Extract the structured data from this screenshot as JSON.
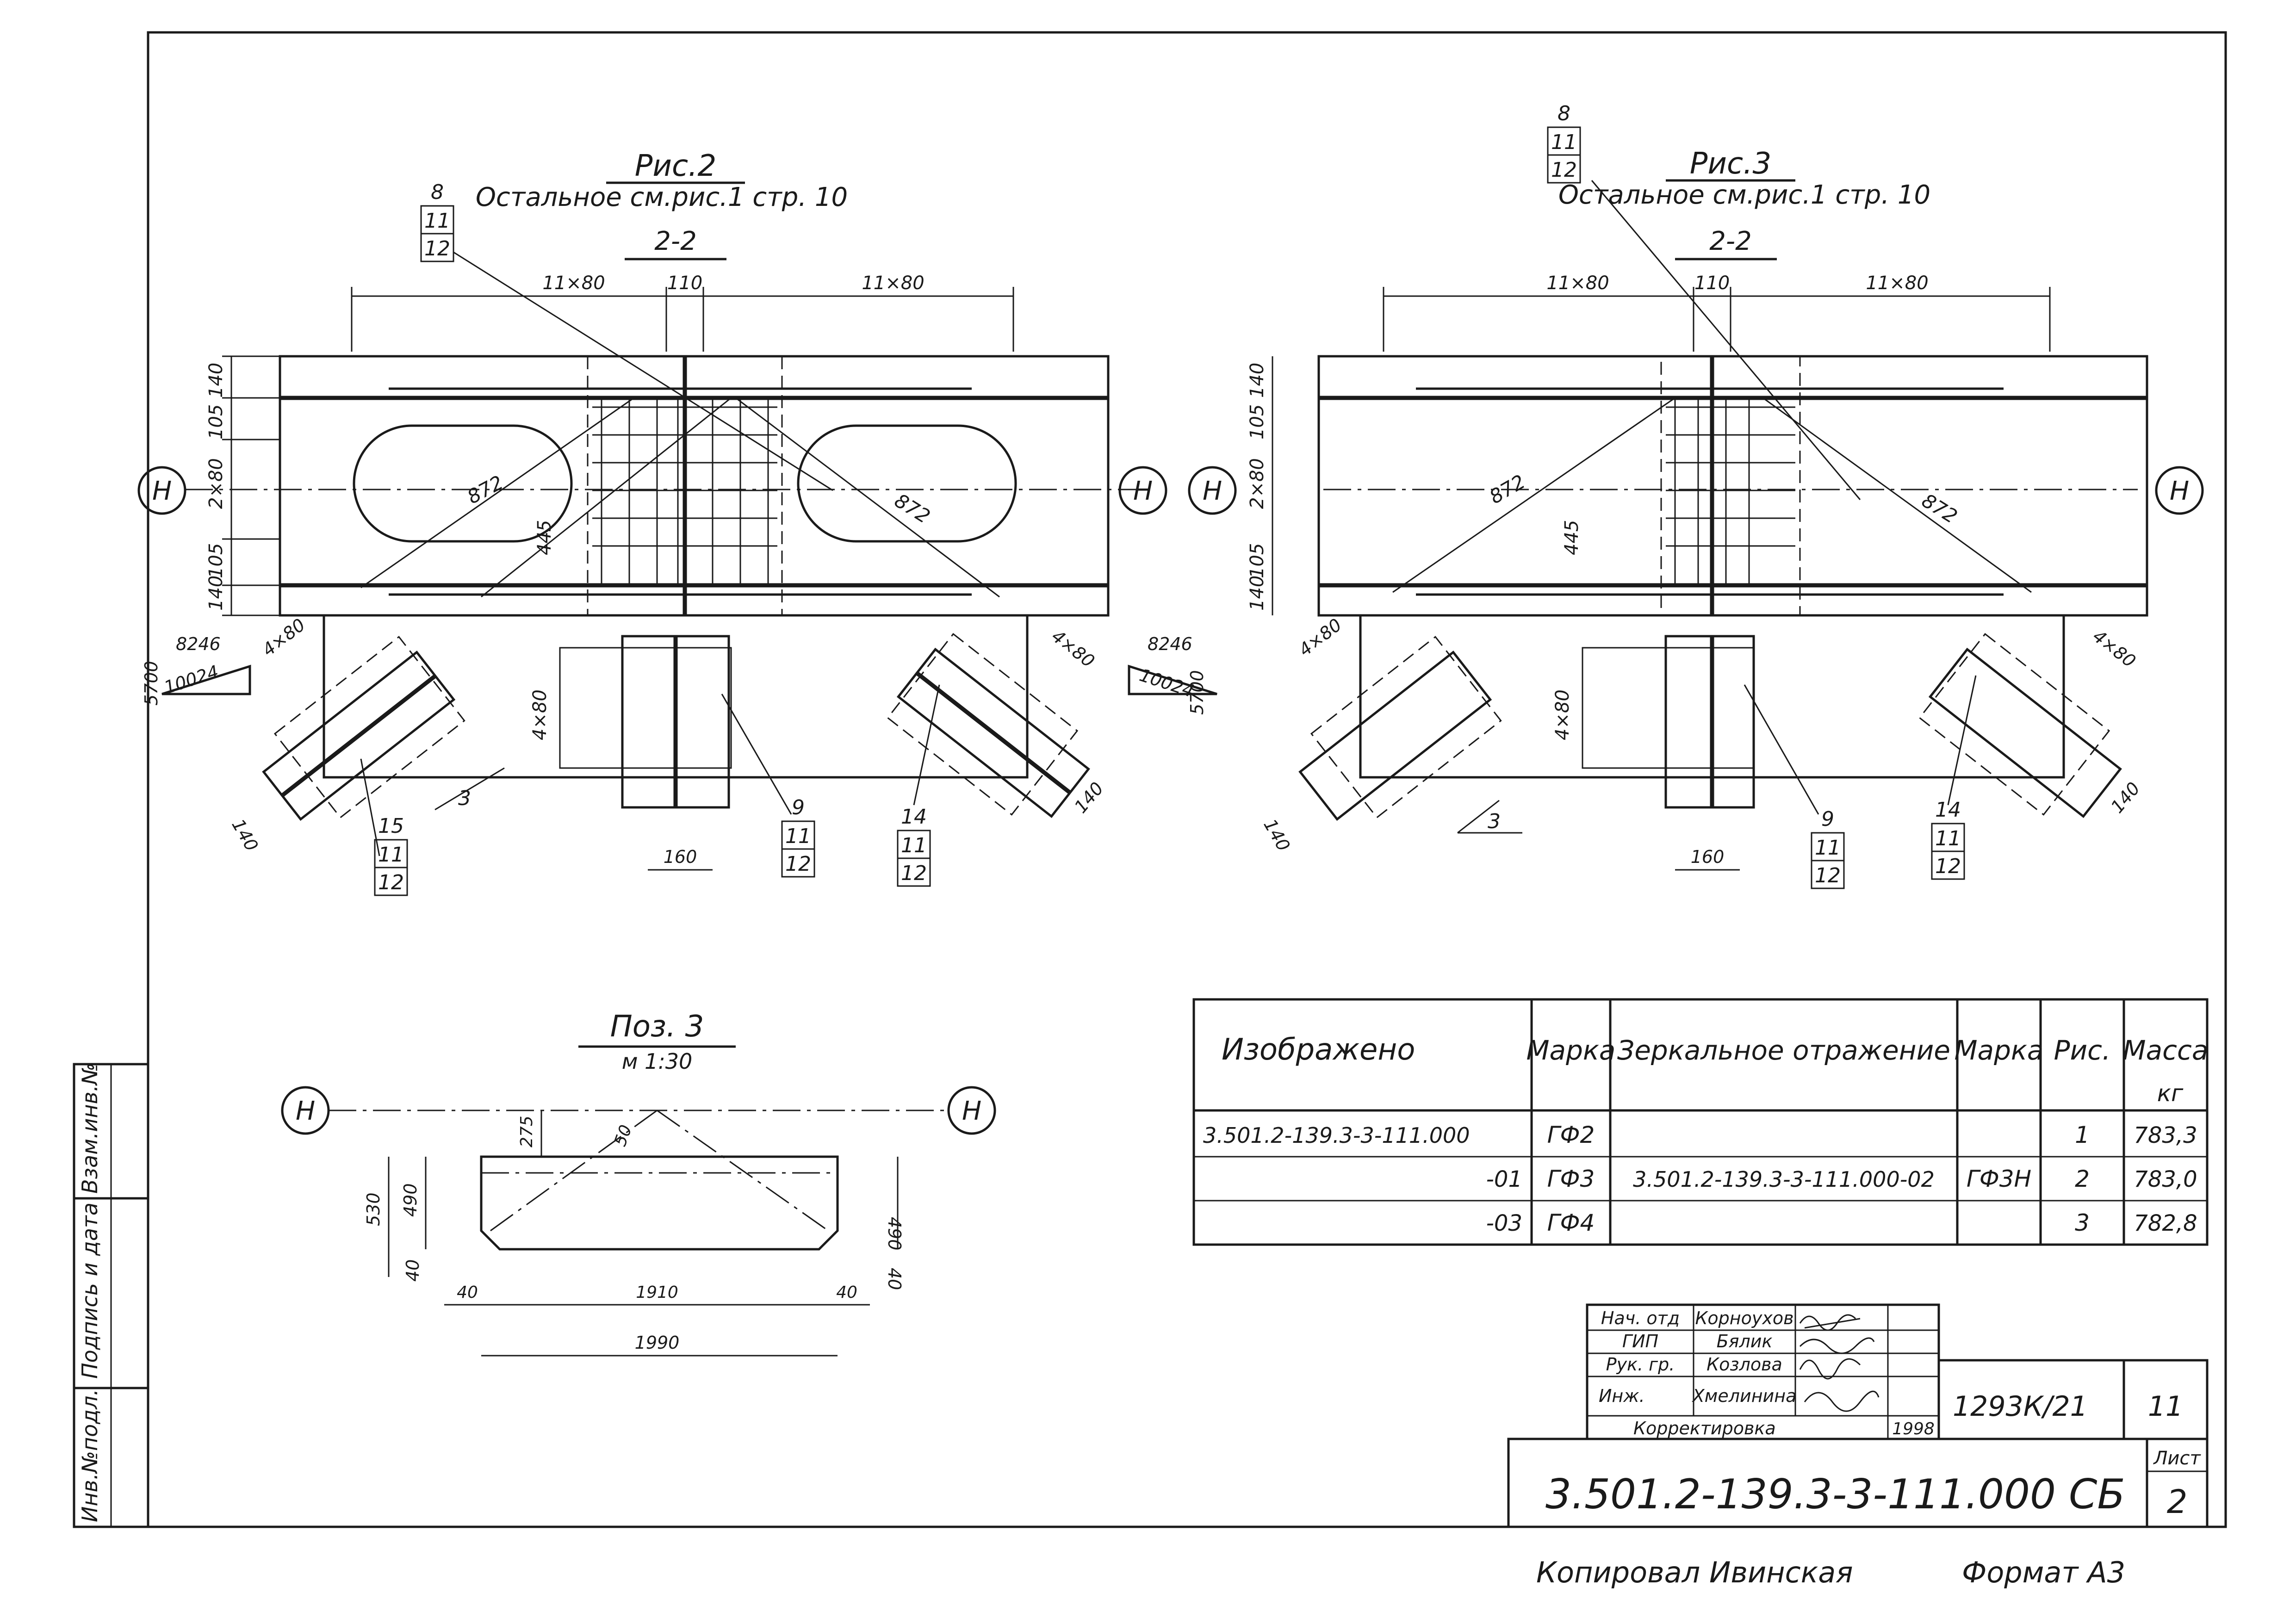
{
  "fig2": {
    "title": "Рис.2",
    "subtitle": "Остальное см.рис.1 стр. 10",
    "section": "2-2",
    "dims": {
      "top_left": "11×80",
      "top_mid": "110",
      "top_right": "11×80",
      "v1": "140",
      "v2": "105",
      "v3": "2×80",
      "v4": "105",
      "v5": "140",
      "diag1": "872",
      "diag2": "872",
      "v445": "445",
      "slope_top": "8246",
      "slope_side": "5700",
      "slope_bottom": "10024",
      "b1": "4×80",
      "b2": "4×80",
      "b3": "4×80",
      "b4": "140",
      "b5": "140",
      "b6": "160"
    },
    "callouts": {
      "c_top": [
        "8",
        "11",
        "12"
      ],
      "c15": [
        "15",
        "11",
        "12"
      ],
      "c3": "3",
      "c9": [
        "9",
        "11",
        "12"
      ],
      "c14": [
        "14",
        "11",
        "12"
      ]
    },
    "axis": "Н"
  },
  "fig3": {
    "title": "Рис.3",
    "subtitle": "Остальное см.рис.1 стр. 10",
    "section": "2-2",
    "dims": {
      "top_left": "11×80",
      "top_mid": "110",
      "top_right": "11×80",
      "v1": "140",
      "v2": "105",
      "v3": "2×80",
      "v4": "105",
      "v5": "140",
      "diag1": "872",
      "diag2": "872",
      "v445": "445",
      "b1": "4×80",
      "b2": "4×80",
      "b3": "4×80",
      "b4": "140",
      "b5": "140",
      "b6": "160"
    },
    "callouts": {
      "c_top": [
        "8",
        "11",
        "12"
      ],
      "c3": "3",
      "c9": [
        "9",
        "11",
        "12"
      ],
      "c14": [
        "14",
        "11",
        "12"
      ]
    },
    "axis": "Н"
  },
  "poz3": {
    "title": "Поз. 3",
    "scale": "м 1:30",
    "axis": "Н",
    "dims": {
      "d275": "275",
      "d50": "50",
      "d530": "530",
      "d490a": "490",
      "d490b": "490",
      "d40a": "40",
      "d40b": "40",
      "d40c": "40",
      "d40d": "40",
      "d1910": "1910",
      "d1990": "1990"
    }
  },
  "table": {
    "headers": [
      "Изображено",
      "Марка",
      "Зеркальное отражение",
      "Марка",
      "Рис.",
      "Масса"
    ],
    "mass_unit": "кг",
    "rows": [
      [
        "3.501.2-139.3-3-111.000",
        "ГФ2",
        "",
        "",
        "1",
        "783,3"
      ],
      [
        "-01",
        "ГФ3",
        "3.501.2-139.3-3-111.000-02",
        "ГФ3Н",
        "2",
        "783,0"
      ],
      [
        "-03",
        "ГФ4",
        "",
        "",
        "3",
        "782,8"
      ]
    ]
  },
  "stamp": {
    "roles": [
      "Нач. отд",
      "ГИП",
      "Рук. гр.",
      "Инж."
    ],
    "names": [
      "Корноухов",
      "Бялик",
      "Козлова",
      "Хмелинина"
    ],
    "correction": "Корректировка",
    "year": "1998",
    "code": "1293К/21",
    "num": "11",
    "designation": "3.501.2-139.3-3-111.000 СБ",
    "sheet_label": "Лист",
    "sheet_num": "2"
  },
  "side_strip": [
    "Инв.№подл.",
    "Подпись и дата",
    "Взам.инв.№"
  ],
  "footer": {
    "copied": "Копировал Ивинская",
    "format": "Формат А3"
  }
}
